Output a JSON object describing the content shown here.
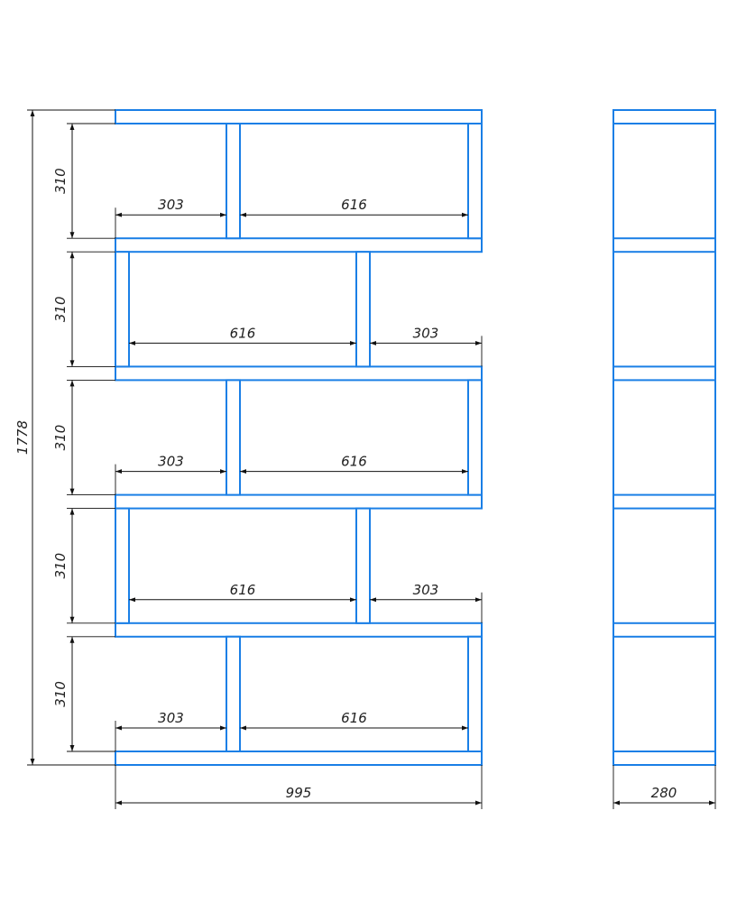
{
  "drawing": {
    "front_view": {
      "overall_width": "995",
      "overall_height": "1778",
      "shelf_height": "310",
      "rows": [
        {
          "pattern": "short-left",
          "left_width": "303",
          "right_width": "616"
        },
        {
          "pattern": "long-left",
          "left_width": "616",
          "right_width": "303"
        },
        {
          "pattern": "short-left",
          "left_width": "303",
          "right_width": "616"
        },
        {
          "pattern": "long-left",
          "left_width": "616",
          "right_width": "303"
        },
        {
          "pattern": "short-left",
          "left_width": "303",
          "right_width": "616"
        }
      ]
    },
    "side_view": {
      "depth": "280"
    },
    "colors": {
      "panel_stroke": "#1a7fe6",
      "dimension_lines": "#111111"
    }
  }
}
